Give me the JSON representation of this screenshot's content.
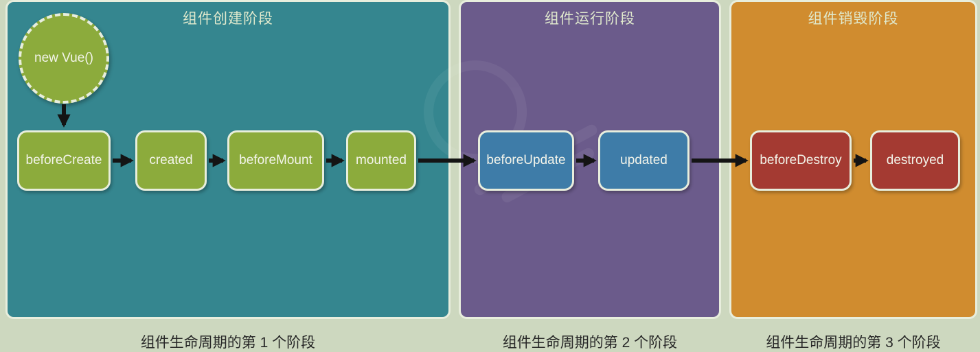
{
  "colors": {
    "background": "#cdd8bf",
    "panel_create": "#35868f",
    "panel_run": "#6b5b8b",
    "panel_destroy": "#d08c2f",
    "node_green": "#8cab3c",
    "node_blue": "#3e7ca8",
    "node_red": "#a43a32",
    "border_cream": "#e8eedd",
    "arrow": "#141414"
  },
  "start_node": {
    "label": "new Vue()"
  },
  "panels": [
    {
      "title": "组件创建阶段",
      "caption": "组件生命周期的第 1 个阶段",
      "nodes": [
        "beforeCreate",
        "created",
        "beforeMount",
        "mounted"
      ]
    },
    {
      "title": "组件运行阶段",
      "caption": "组件生命周期的第 2 个阶段",
      "nodes": [
        "beforeUpdate",
        "updated"
      ]
    },
    {
      "title": "组件销毁阶段",
      "caption": "组件生命周期的第 3 个阶段",
      "nodes": [
        "beforeDestroy",
        "destroyed"
      ]
    }
  ]
}
